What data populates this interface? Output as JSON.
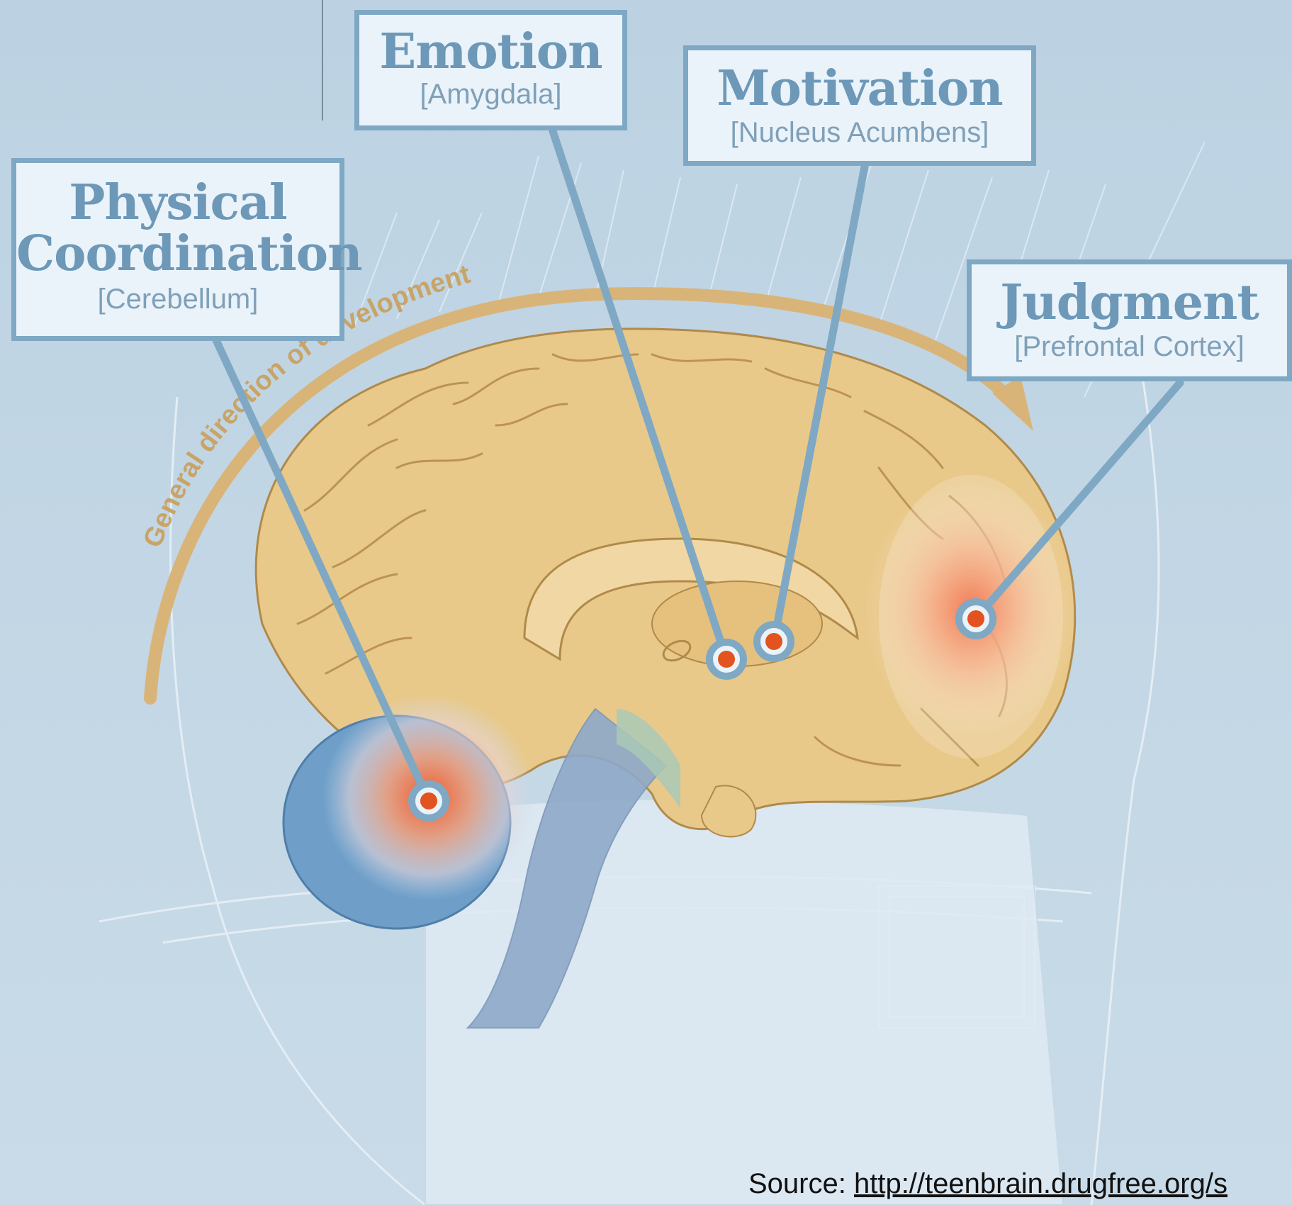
{
  "labels": {
    "emotion": {
      "title": "Emotion",
      "region": "[Amygdala]"
    },
    "motivation": {
      "title": "Motivation",
      "region": "[Nucleus Acumbens]"
    },
    "physical": {
      "title_line1": "Physical",
      "title_line2": "Coordination",
      "region": "[Cerebellum]"
    },
    "judgment": {
      "title": "Judgment",
      "region": "[Prefrontal Cortex]"
    }
  },
  "arc_caption": "General direction of development",
  "source": {
    "prefix": "Source: ",
    "url": "http://teenbrain.drugfree.org/s"
  },
  "colors": {
    "background": "#b9d0e0",
    "brain": "#e9c98a",
    "brain_outline": "#b08a4a",
    "pointer": "#7fa8c4",
    "marker": "#e2531f",
    "arrow": "#d9b478",
    "cerebellum": "#6f9fc9"
  }
}
